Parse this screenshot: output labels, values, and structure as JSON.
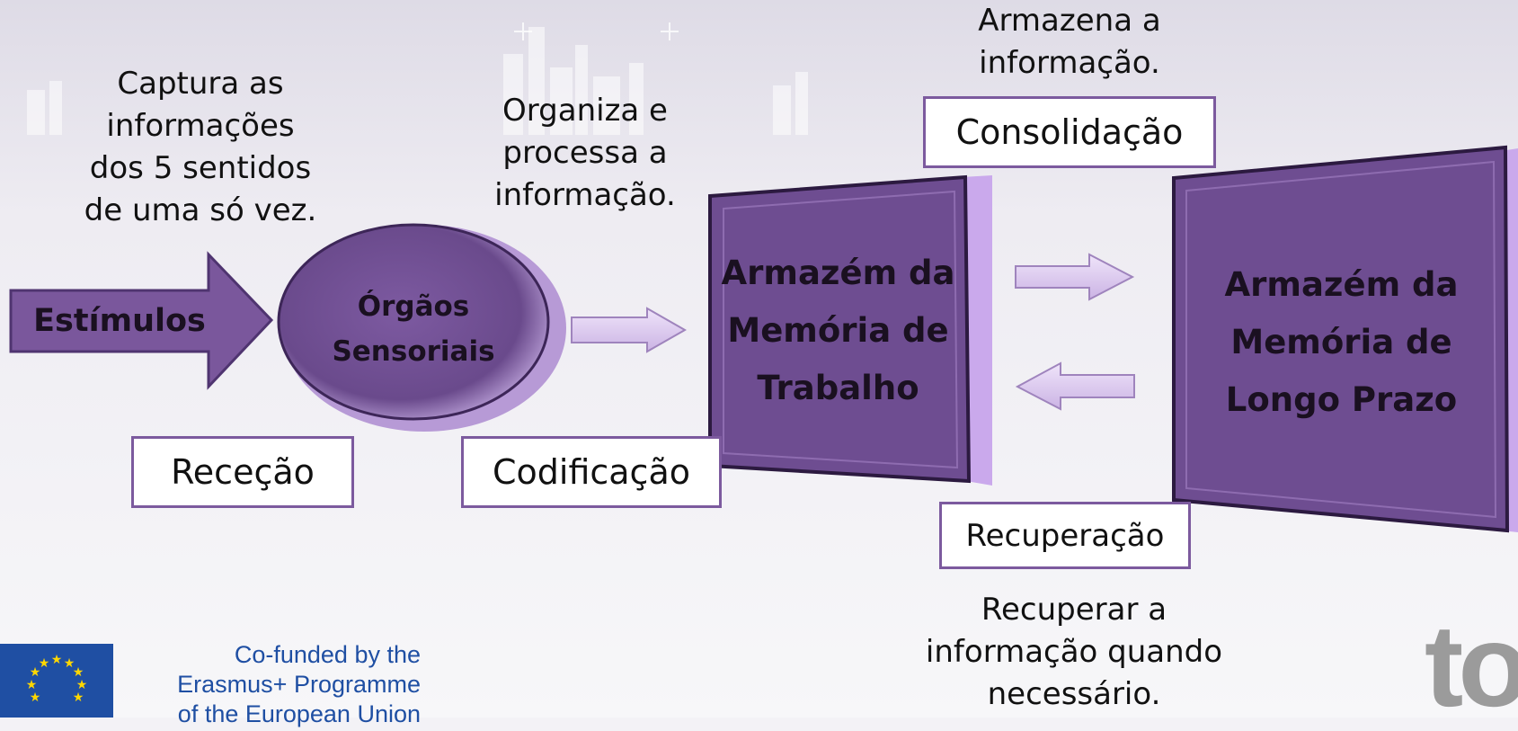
{
  "annotations": {
    "reception_desc": "Captura as\ninformações\ndos 5 sentidos\nde uma só vez.",
    "coding_desc": "Organiza e\nprocessa a\ninformação.",
    "consolidation_desc": "Armazena a\ninformação.",
    "retrieval_desc": "Recuperar a\ninformação quando\nnecessário."
  },
  "nodes": {
    "stimuli": "Estímulos",
    "sensory_organs": "Órgãos\nSensoriais",
    "working_memory": "Armazém da\nMemória de\nTrabalho",
    "long_term_memory": "Armazém da\nMemória de\nLongo Prazo"
  },
  "stages": {
    "reception": "Receção",
    "coding": "Codificação",
    "consolidation": "Consolidação",
    "retrieval": "Recuperação"
  },
  "footer": {
    "cofunded": "Co-funded by the\nErasmus+ Programme\nof the European Union",
    "partner_logo": "to"
  },
  "colors": {
    "purple_dark": "#6e4d91",
    "purple_light": "#d9c6ee",
    "box_border": "#7c5a9e",
    "eu_blue": "#1f4fa3",
    "eu_star": "#ffd700"
  }
}
